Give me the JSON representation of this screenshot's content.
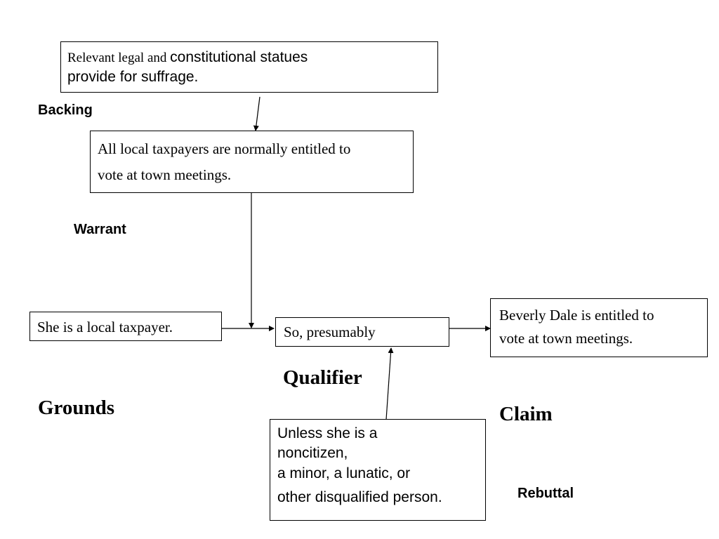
{
  "boxes": {
    "backing": {
      "line1_serif": "Relevant legal and ",
      "line1_sans": "constitutional statues",
      "line2": "provide for suffrage."
    },
    "warrant": {
      "line1": "All local taxpayers are normally entitled to",
      "line2": "vote at town meetings."
    },
    "grounds": {
      "text": "She is a local taxpayer."
    },
    "qualifier": {
      "text": "So, presumably"
    },
    "claim": {
      "line1": "Beverly Dale is entitled to",
      "line2": "vote at town meetings."
    },
    "rebuttal": {
      "line1": "Unless she is a",
      "line2": "noncitizen,",
      "line3": "a minor, a lunatic, or",
      "line4": "other disqualified person."
    }
  },
  "labels": {
    "backing": "Backing",
    "warrant": "Warrant",
    "qualifier": "Qualifier",
    "grounds": "Grounds",
    "claim": "Claim",
    "rebuttal": "Rebuttal"
  },
  "colors": {
    "line": "#000000",
    "background": "#ffffff"
  }
}
